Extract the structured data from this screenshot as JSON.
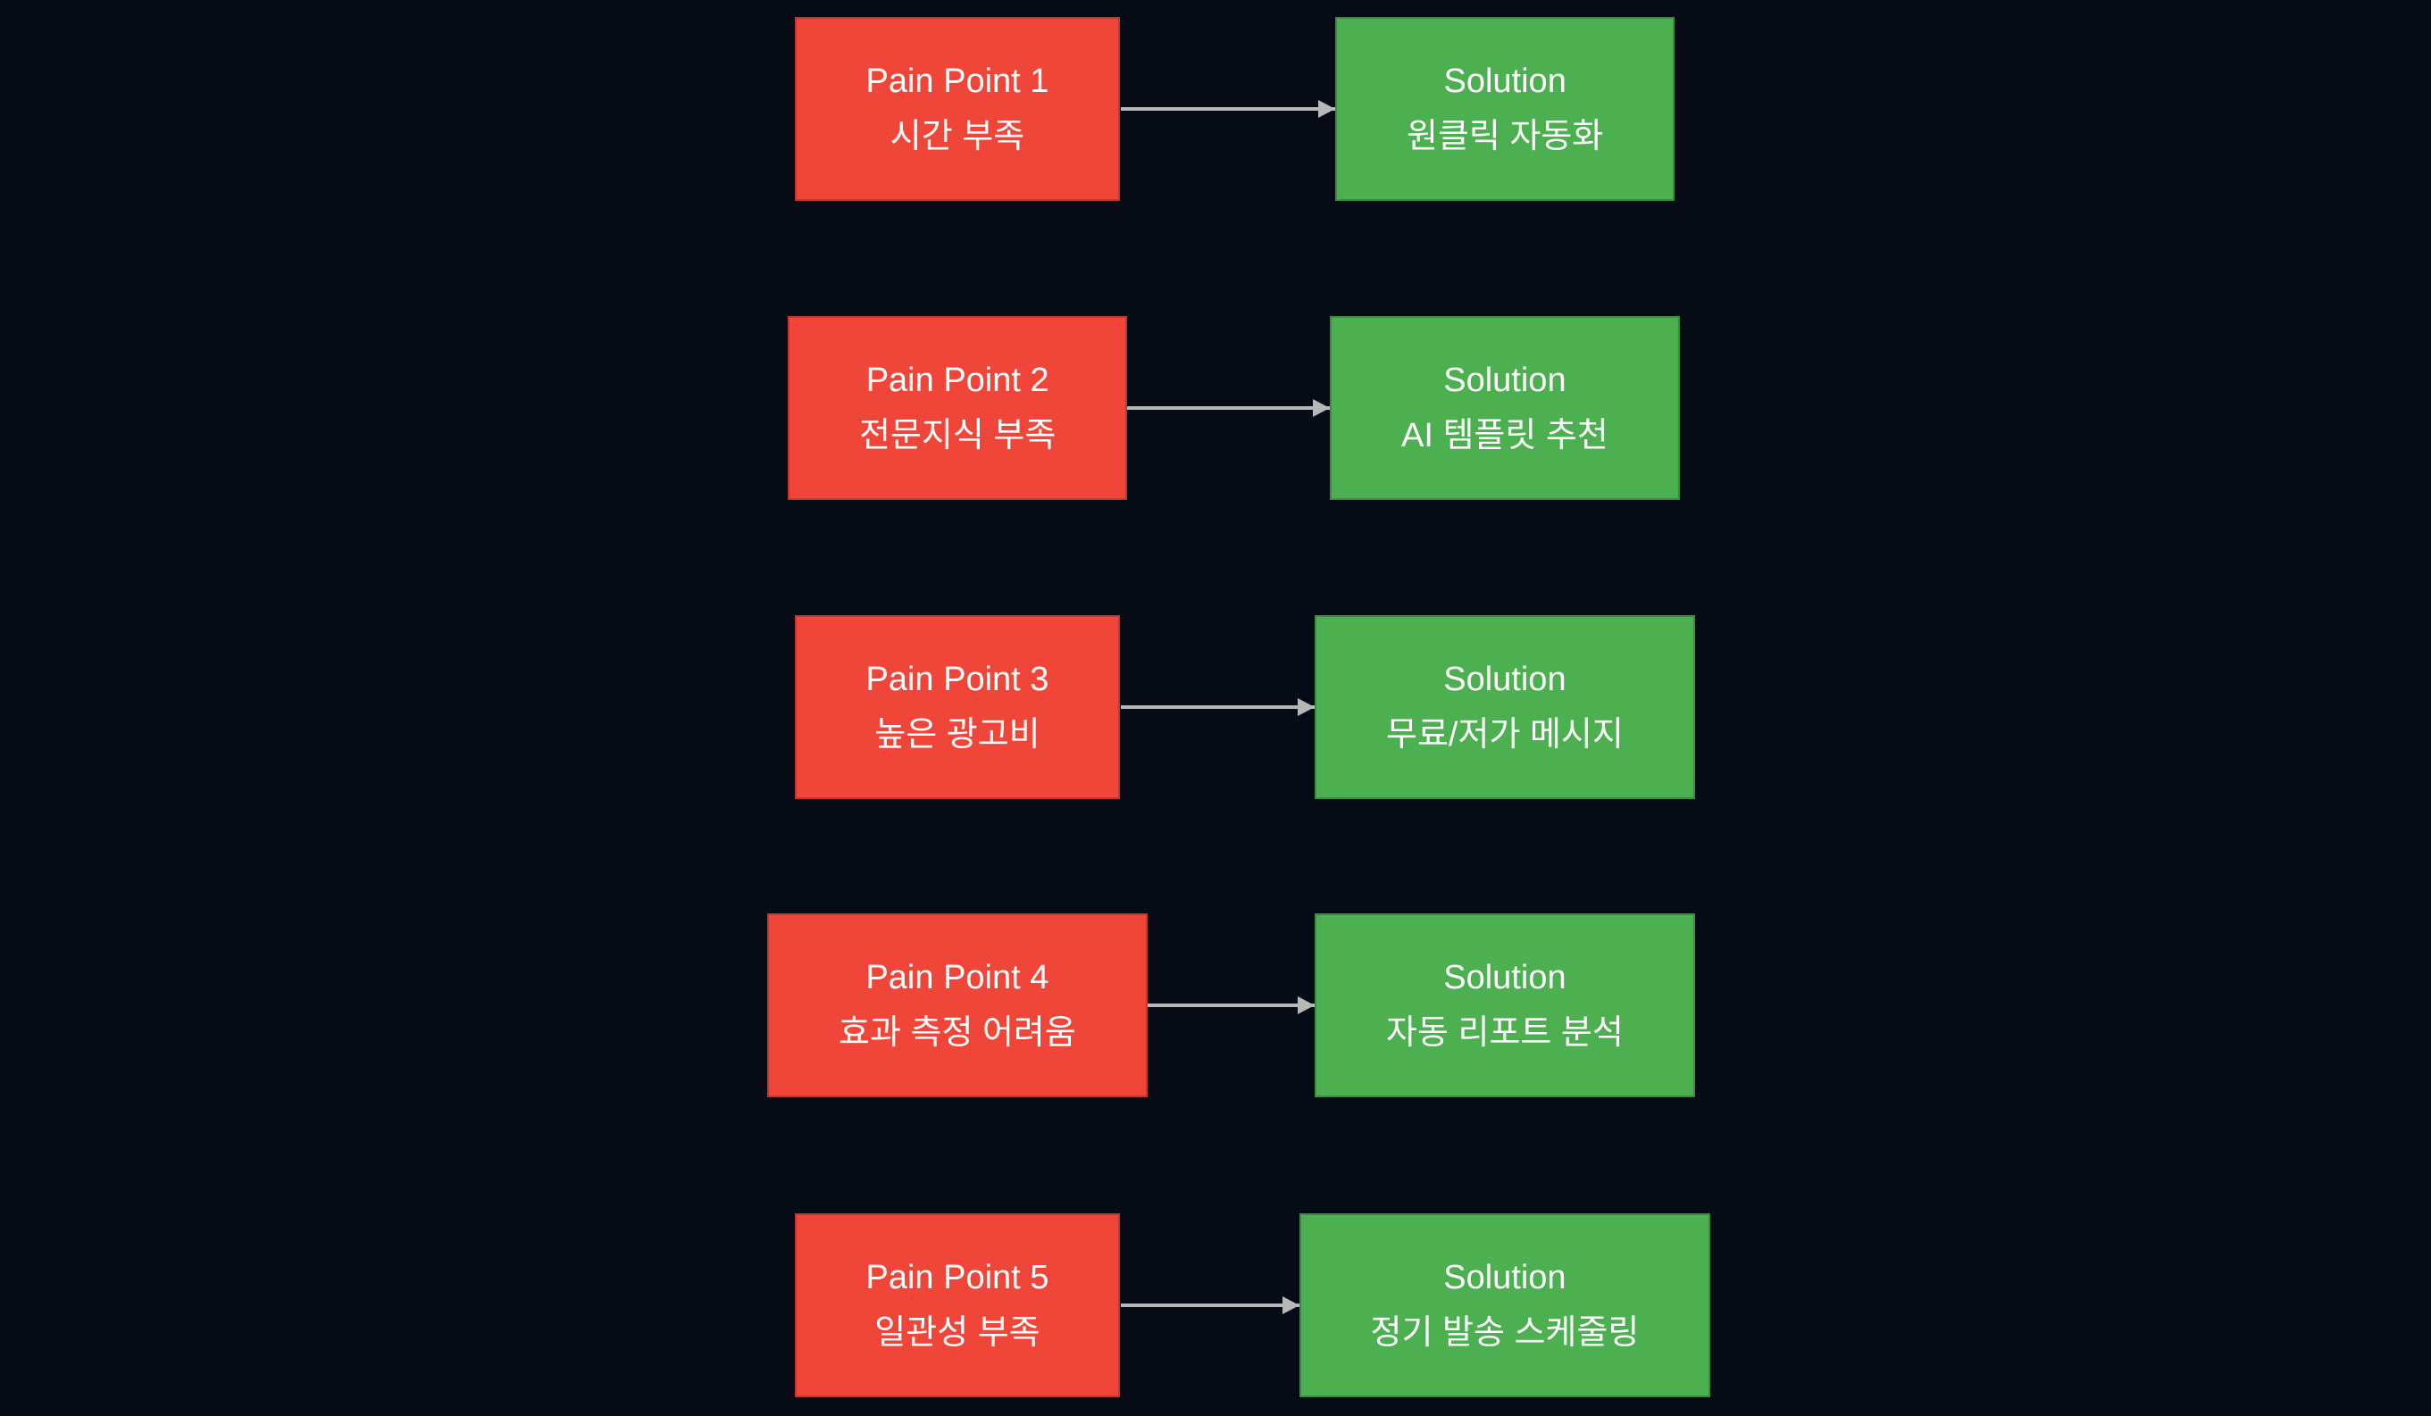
{
  "diagram": {
    "colors": {
      "background": "#060b16",
      "pain_fill": "#f0463a",
      "pain_border": "#bf3a2e",
      "solution_fill": "#4caf50",
      "solution_border": "#3d8b40",
      "arrow": "#b7b7b7",
      "text": "#ffffff"
    },
    "rows": [
      {
        "pain": {
          "title": "Pain Point 1",
          "subtitle": "시간 부족"
        },
        "solution": {
          "title": "Solution",
          "subtitle": "원클릭 자동화"
        }
      },
      {
        "pain": {
          "title": "Pain Point 2",
          "subtitle": "전문지식 부족"
        },
        "solution": {
          "title": "Solution",
          "subtitle": "AI 템플릿 추천"
        }
      },
      {
        "pain": {
          "title": "Pain Point 3",
          "subtitle": "높은 광고비"
        },
        "solution": {
          "title": "Solution",
          "subtitle": "무료/저가 메시지"
        }
      },
      {
        "pain": {
          "title": "Pain Point 4",
          "subtitle": "효과 측정 어려움"
        },
        "solution": {
          "title": "Solution",
          "subtitle": "자동 리포트 분석"
        }
      },
      {
        "pain": {
          "title": "Pain Point 5",
          "subtitle": "일관성 부족"
        },
        "solution": {
          "title": "Solution",
          "subtitle": "정기 발송 스케줄링"
        }
      }
    ]
  }
}
